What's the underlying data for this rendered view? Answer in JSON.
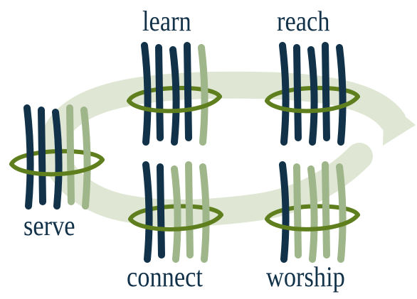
{
  "labels": {
    "learn": "learn",
    "reach": "reach",
    "serve": "serve",
    "connect": "connect",
    "worship": "worship"
  },
  "colors": {
    "dark_stroke": "#12324a",
    "light_stroke": "#9fb58a",
    "ring": "#5f7f1e",
    "loop_arrow": "#dfe7d4"
  },
  "tally_groups": [
    {
      "id": "serve",
      "dark": 3,
      "light": 2
    },
    {
      "id": "learn",
      "dark": 4,
      "light": 1
    },
    {
      "id": "reach",
      "dark": 5,
      "light": 0
    },
    {
      "id": "connect",
      "dark": 2,
      "light": 3
    },
    {
      "id": "worship",
      "dark": 1,
      "light": 4
    }
  ]
}
